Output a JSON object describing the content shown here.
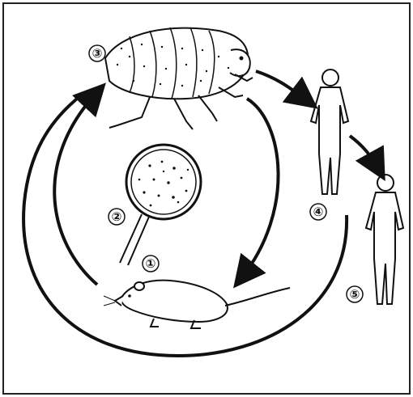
{
  "diagram": {
    "labels": [
      {
        "id": "flea",
        "number": "③"
      },
      {
        "id": "magnifier",
        "number": "②"
      },
      {
        "id": "rat",
        "number": "①"
      },
      {
        "id": "human-1",
        "number": "④"
      },
      {
        "id": "human-2",
        "number": "⑤"
      }
    ],
    "colors": {
      "ink": "#111111",
      "paper": "#ffffff"
    },
    "icons": [
      "flea-icon",
      "magnifying-glass-icon",
      "rat-icon",
      "human-figure-icon",
      "arrow-icon"
    ]
  }
}
